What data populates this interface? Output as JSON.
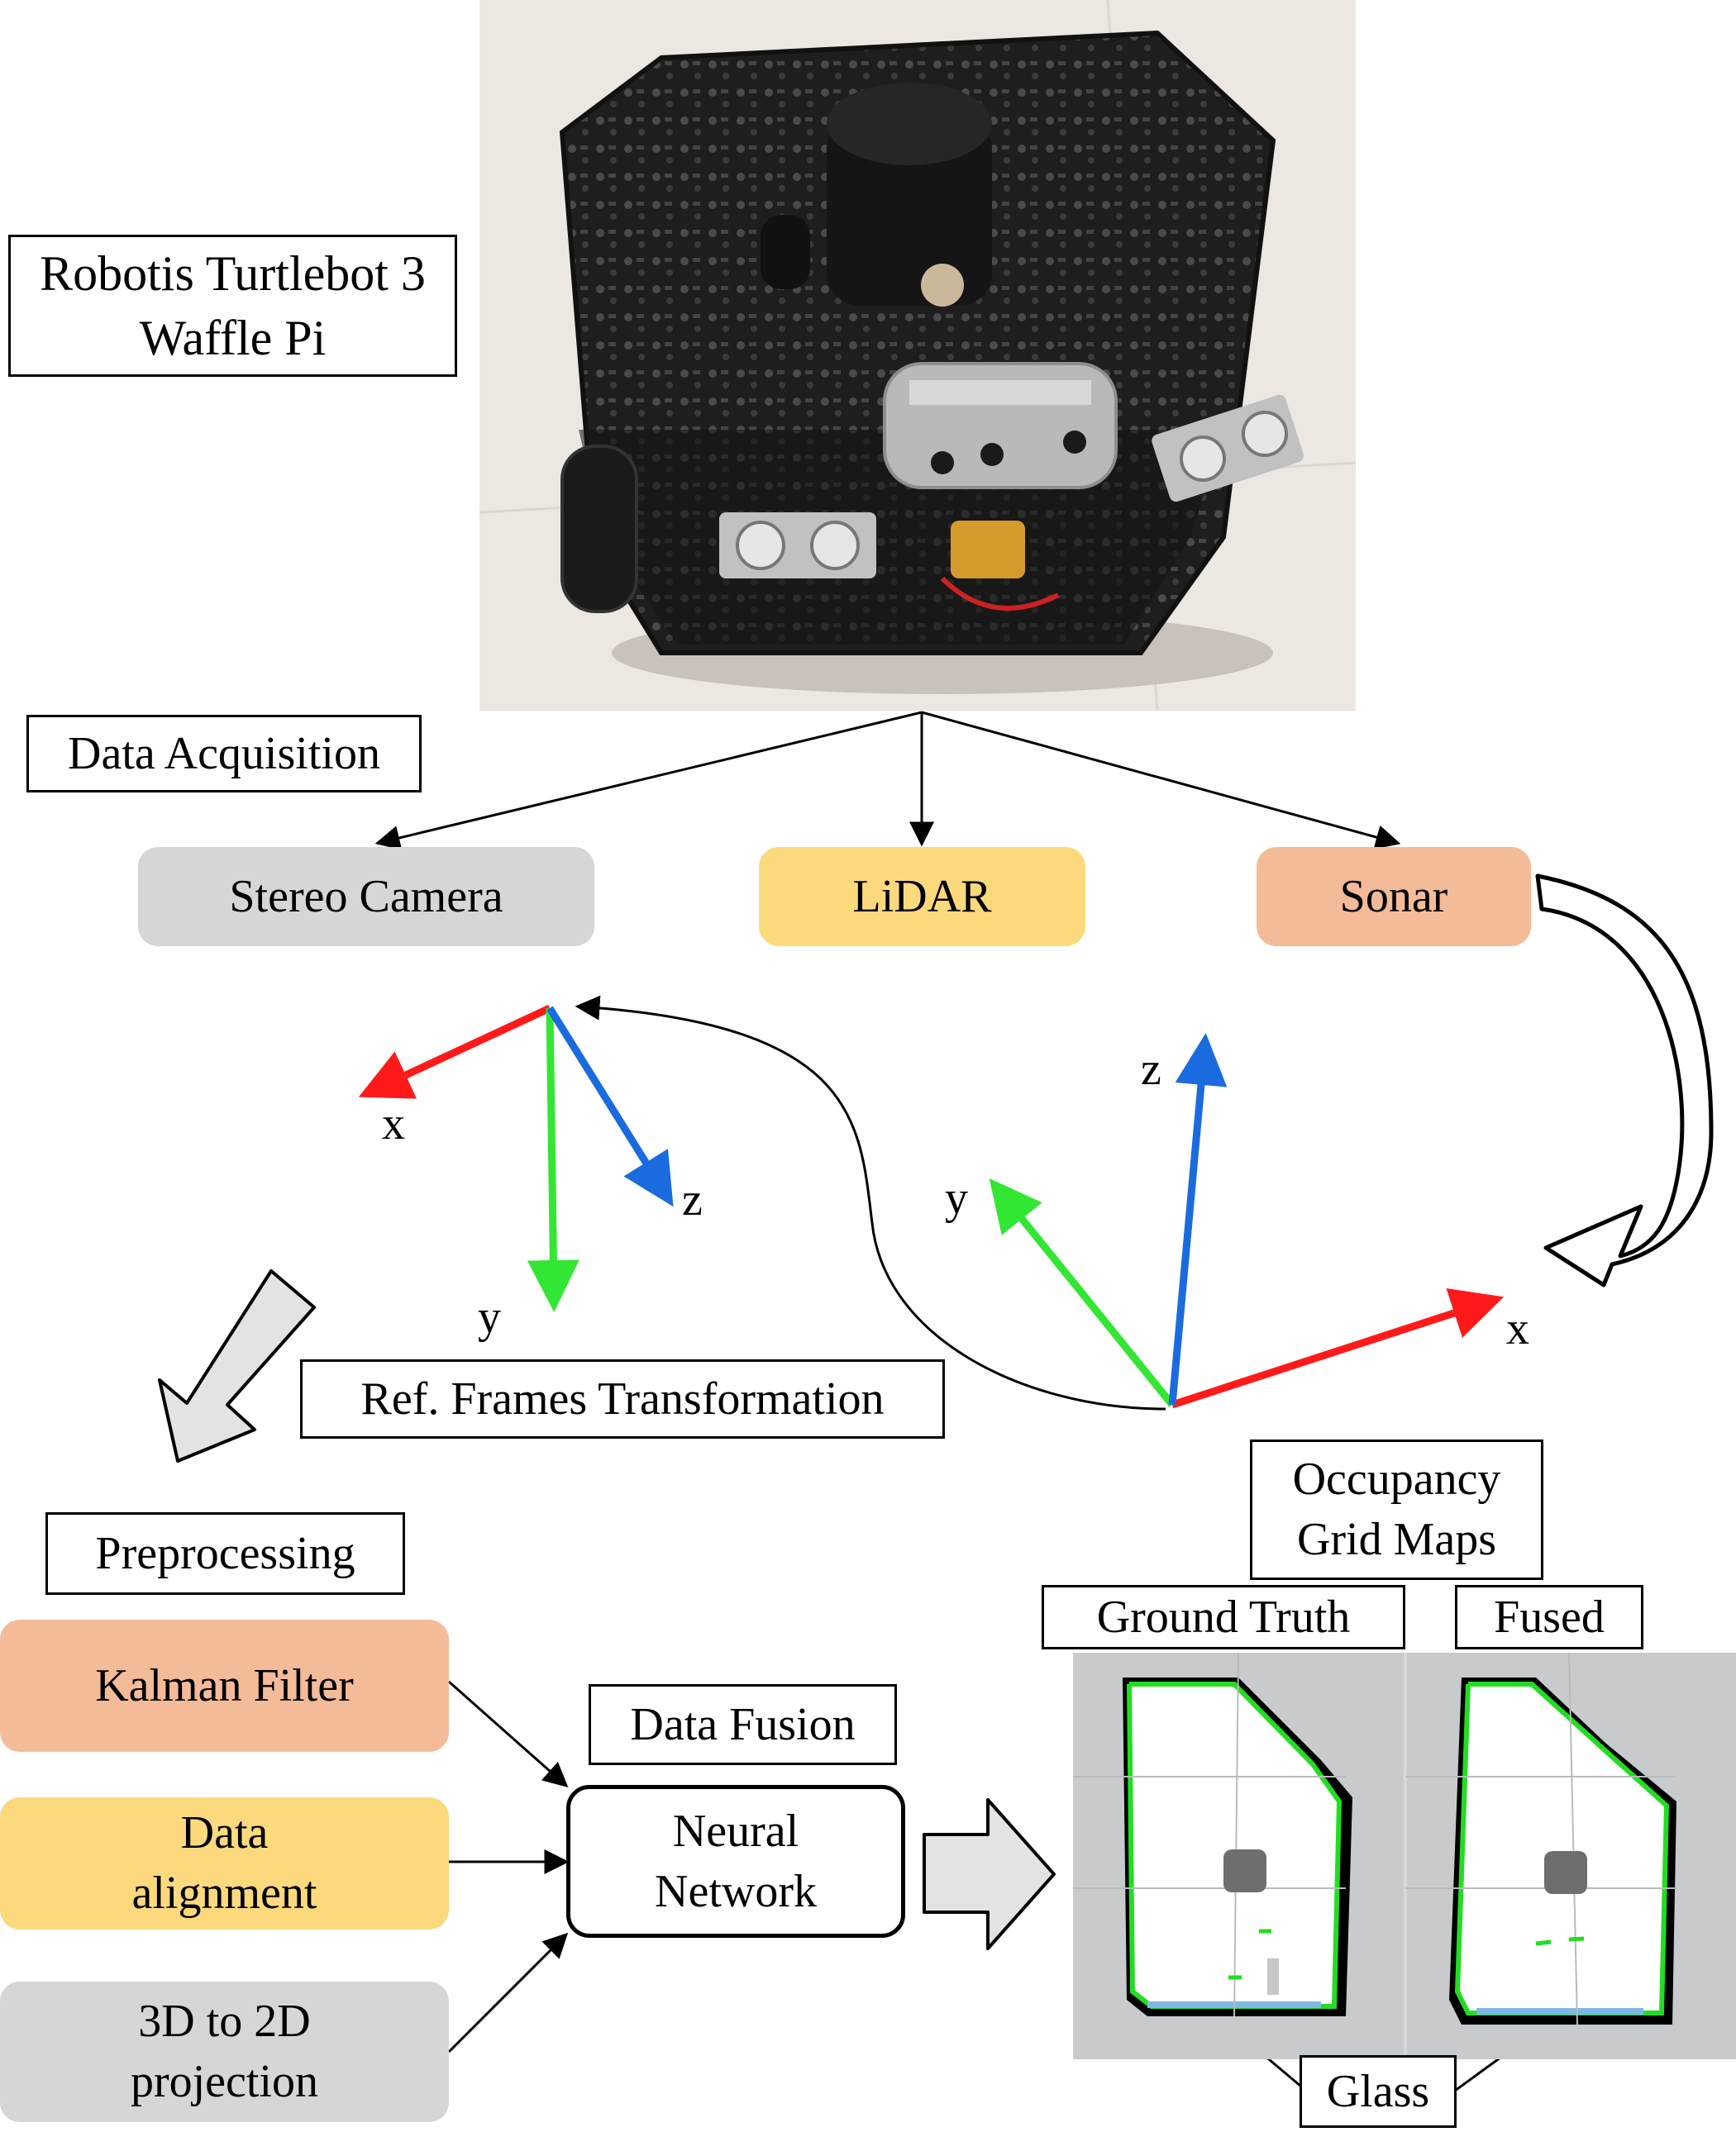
{
  "robot": {
    "label_line1": "Robotis Turtlebot 3",
    "label_line2": "Waffle Pi"
  },
  "section_labels": {
    "data_acquisition": "Data Acquisition",
    "ref_frames": "Ref. Frames Transformation",
    "preprocessing": "Preprocessing",
    "data_fusion": "Data Fusion",
    "occupancy_line1": "Occupancy",
    "occupancy_line2": "Grid Maps"
  },
  "sensors": {
    "camera": "Stereo Camera",
    "lidar": "LiDAR",
    "sonar": "Sonar"
  },
  "frame_left": {
    "x": "x",
    "y": "y",
    "z": "z"
  },
  "frame_right": {
    "x": "x",
    "y": "y",
    "z": "z"
  },
  "preprocessing_steps": {
    "kalman": "Kalman Filter",
    "align_line1": "Data",
    "align_line2": "alignment",
    "proj_line1": "3D to 2D",
    "proj_line2": "projection"
  },
  "neural_network": {
    "line1": "Neural",
    "line2": "Network"
  },
  "maps": {
    "ground_truth": "Ground Truth",
    "fused": "Fused",
    "glass": "Glass"
  },
  "colors": {
    "camera_fill": "#d6d6d6",
    "lidar_fill": "#fcd97c",
    "sonar_fill": "#f4bb98",
    "axis_x": "#ff1a1a",
    "axis_y": "#33e633",
    "axis_z": "#1a6be0",
    "map_boundary": "#22dd22",
    "glass_line": "#7fb6e6"
  }
}
